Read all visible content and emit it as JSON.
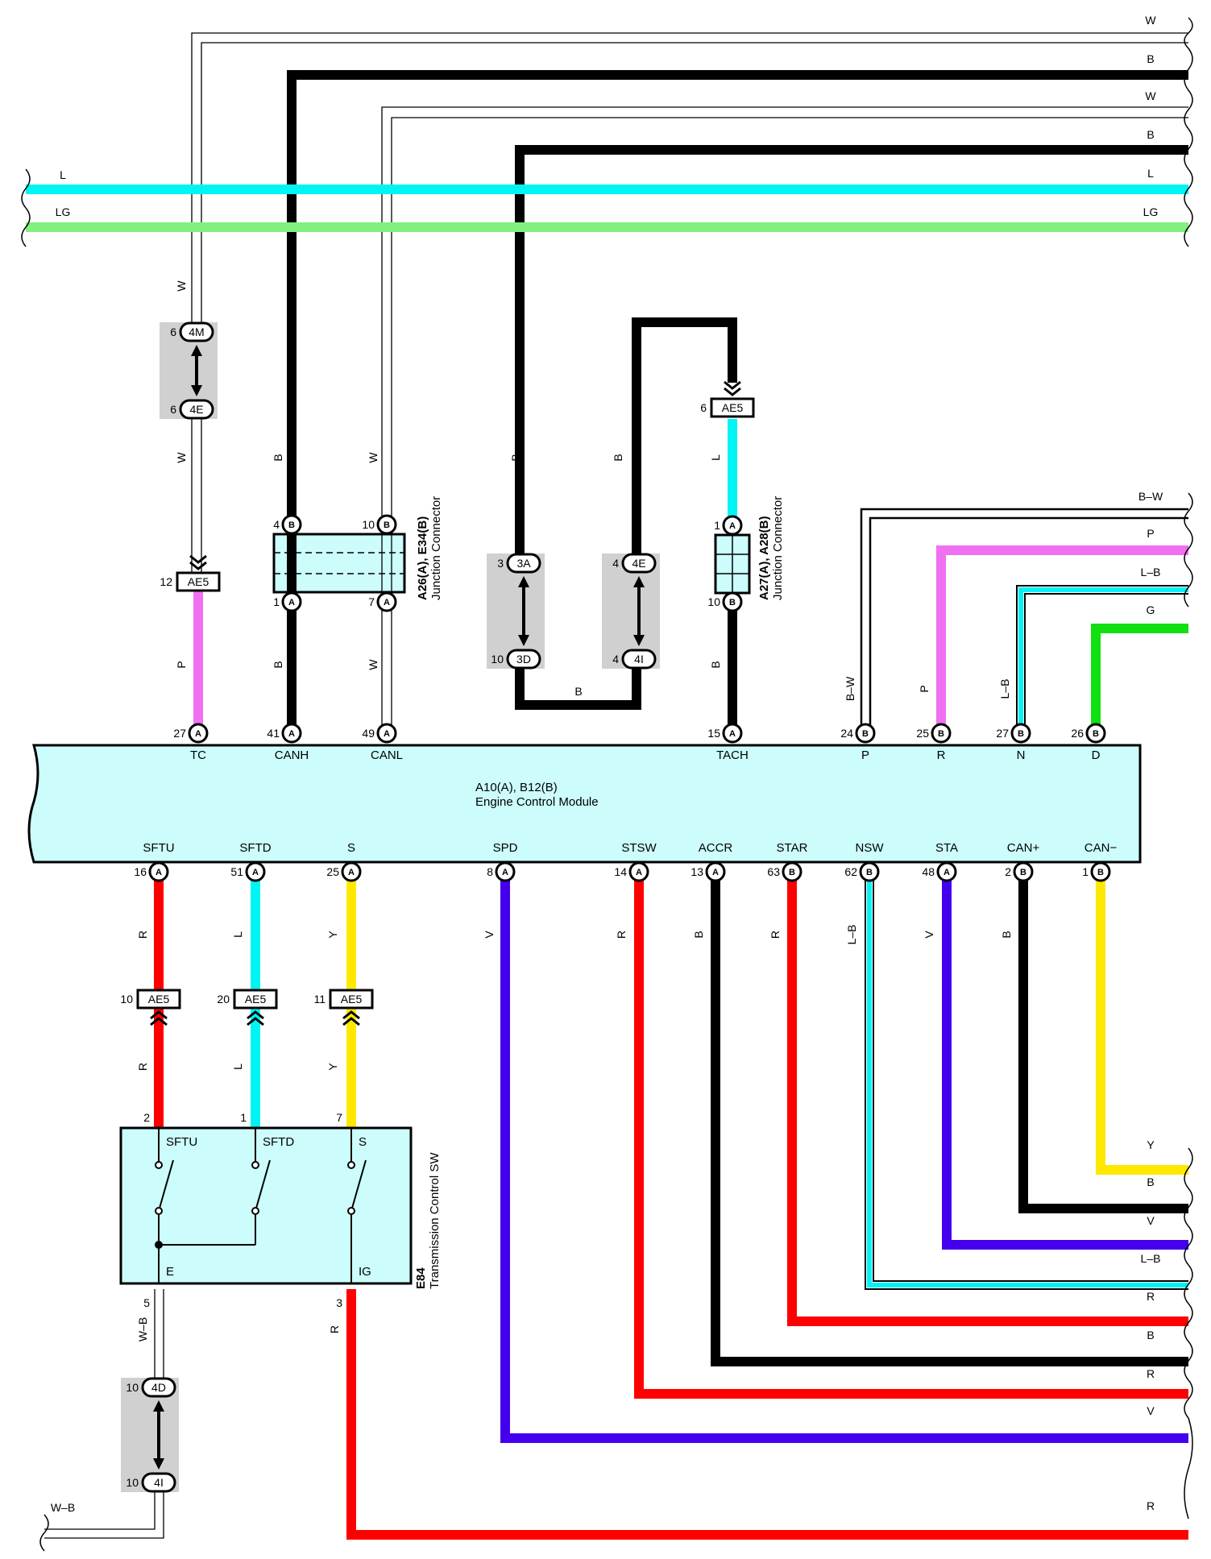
{
  "colors": {
    "L": "#00f4f4",
    "LG": "#80f080",
    "P": "#f070f0",
    "G": "#10e010",
    "R": "#ff0000",
    "V": "#4400ee",
    "Y": "#ffe800",
    "B": "#000000",
    "module_fill": "#ccfcfc",
    "jc_fill": "#d0d0d0"
  },
  "ecm": {
    "ref": "A10(A), B12(B)",
    "name": "Engine Control Module",
    "top_terminals": [
      {
        "pin": "27",
        "conn": "A",
        "signal": "TC"
      },
      {
        "pin": "41",
        "conn": "A",
        "signal": "CANH"
      },
      {
        "pin": "49",
        "conn": "A",
        "signal": "CANL"
      },
      {
        "pin": "15",
        "conn": "A",
        "signal": "TACH"
      },
      {
        "pin": "24",
        "conn": "B",
        "signal": "P"
      },
      {
        "pin": "25",
        "conn": "B",
        "signal": "R"
      },
      {
        "pin": "27",
        "conn": "B",
        "signal": "N"
      },
      {
        "pin": "26",
        "conn": "B",
        "signal": "D"
      }
    ],
    "bottom_terminals": [
      {
        "pin": "16",
        "conn": "A",
        "signal": "SFTU"
      },
      {
        "pin": "51",
        "conn": "A",
        "signal": "SFTD"
      },
      {
        "pin": "25",
        "conn": "A",
        "signal": "S"
      },
      {
        "pin": "8",
        "conn": "A",
        "signal": "SPD"
      },
      {
        "pin": "14",
        "conn": "A",
        "signal": "STSW"
      },
      {
        "pin": "13",
        "conn": "A",
        "signal": "ACCR"
      },
      {
        "pin": "63",
        "conn": "B",
        "signal": "STAR"
      },
      {
        "pin": "62",
        "conn": "B",
        "signal": "NSW"
      },
      {
        "pin": "48",
        "conn": "A",
        "signal": "STA"
      },
      {
        "pin": "2",
        "conn": "B",
        "signal": "CAN+"
      },
      {
        "pin": "1",
        "conn": "B",
        "signal": "CAN−"
      }
    ]
  },
  "right_wire_labels": [
    "W",
    "B",
    "W",
    "B",
    "L",
    "LG",
    "B–W",
    "P",
    "L–B",
    "G",
    "Y",
    "B",
    "V",
    "L–B",
    "R",
    "B",
    "R",
    "V",
    "R"
  ],
  "left_wire_labels": [
    "L",
    "LG",
    "W–B"
  ],
  "vertical_wire_labels": [
    "W",
    "W",
    "B",
    "W",
    "B",
    "B",
    "L",
    "P",
    "B",
    "W",
    "B",
    "B–W",
    "P",
    "L–B",
    "R",
    "L",
    "Y",
    "V",
    "R",
    "B",
    "R",
    "L–B",
    "V",
    "B",
    "R",
    "L",
    "Y",
    "W–B",
    "R"
  ],
  "junction_connector_1": {
    "ref": "A26(A), E34(B)",
    "name": "Junction Connector",
    "pins": [
      {
        "pin": "4",
        "conn": "B"
      },
      {
        "pin": "10",
        "conn": "B"
      },
      {
        "pin": "1",
        "conn": "A"
      },
      {
        "pin": "7",
        "conn": "A"
      }
    ]
  },
  "junction_connector_2": {
    "ref": "A27(A), A28(B)",
    "name": "Junction Connector",
    "pins": [
      {
        "pin": "1",
        "conn": "A"
      },
      {
        "pin": "10",
        "conn": "B"
      }
    ]
  },
  "junction_blocks": [
    {
      "top_pin": "6",
      "top_code": "4M",
      "bottom_pin": "6",
      "bottom_code": "4E"
    },
    {
      "top_pin": "3",
      "top_code": "3A",
      "bottom_pin": "10",
      "bottom_code": "3D"
    },
    {
      "top_pin": "4",
      "top_code": "4E",
      "bottom_pin": "4",
      "bottom_code": "4I"
    },
    {
      "top_pin": "10",
      "top_code": "4D",
      "bottom_pin": "10",
      "bottom_code": "4I"
    }
  ],
  "in_line_connectors": [
    {
      "pin": "12",
      "code": "AE5"
    },
    {
      "pin": "6",
      "code": "AE5"
    },
    {
      "pin": "10",
      "code": "AE5"
    },
    {
      "pin": "20",
      "code": "AE5"
    },
    {
      "pin": "11",
      "code": "AE5"
    }
  ],
  "switch": {
    "ref": "E84",
    "name": "Transmission Control SW",
    "terminals": [
      "SFTU",
      "SFTD",
      "S",
      "E",
      "IG"
    ],
    "pins": [
      "2",
      "1",
      "7",
      "5",
      "3"
    ]
  }
}
